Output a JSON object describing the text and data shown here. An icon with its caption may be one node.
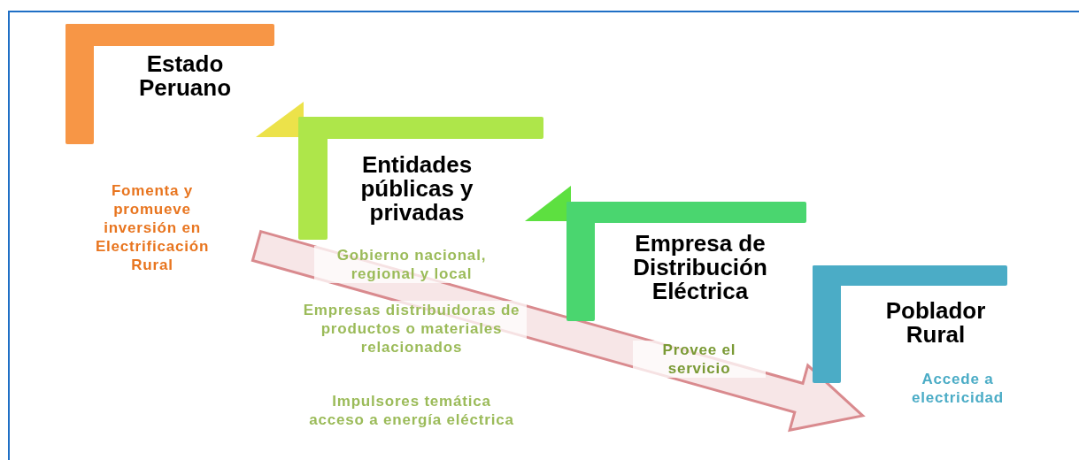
{
  "diagram": {
    "nodes": [
      {
        "text": [
          "Estado Peruano"
        ]
      },
      {
        "text": [
          "Entidades públicas y privadas"
        ]
      },
      {
        "text": [
          "Empresa de Distribución Eléctrica"
        ]
      },
      {
        "text": [
          "Poblador Rural"
        ]
      }
    ],
    "labels": [
      "Fomenta y promueve inversión en Electrificación Rural",
      "Gobierno nacional, regional y local",
      "Empresas distribuidoras de productos o materiales relacionados",
      "Impulsores temática acceso a energía eléctrica",
      "Provee el servicio",
      "Accede a electricidad"
    ]
  }
}
